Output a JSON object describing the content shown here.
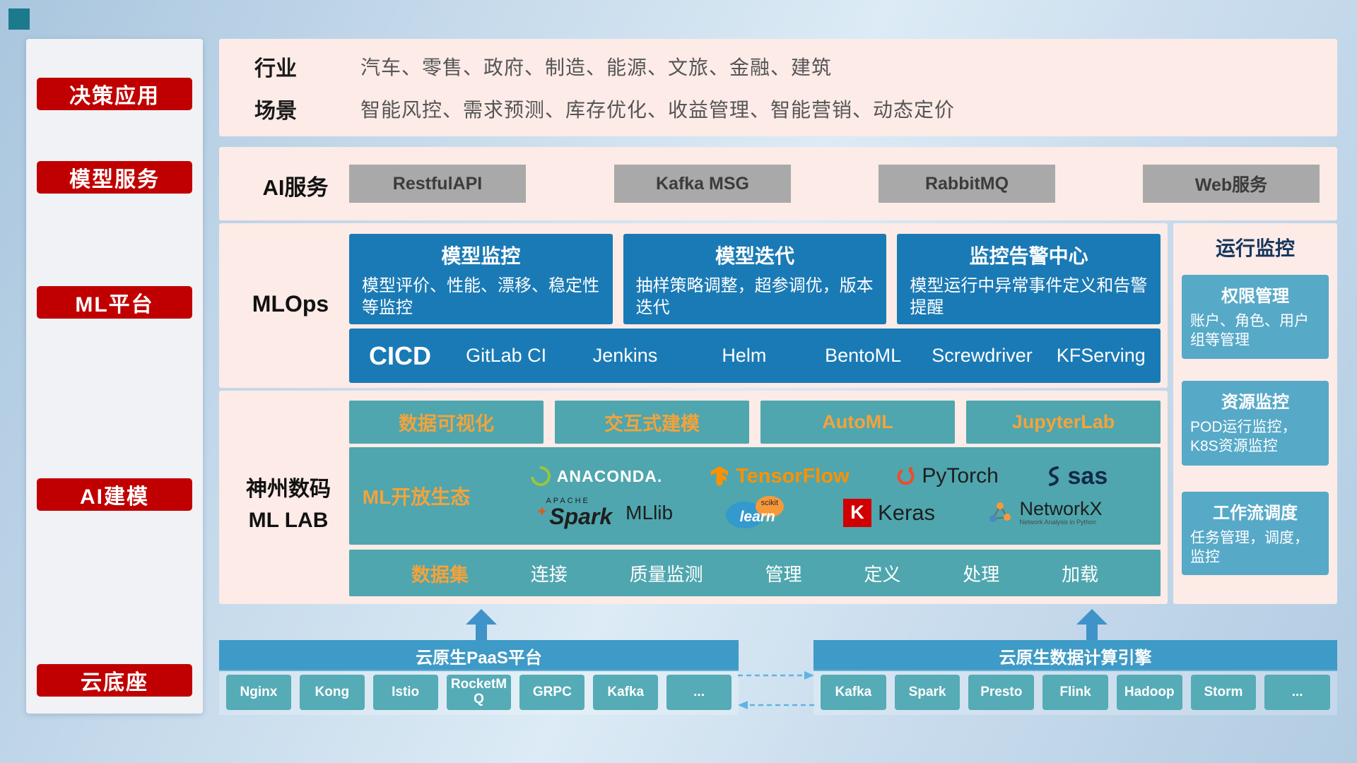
{
  "sidebar": {
    "items": [
      "决策应用",
      "模型服务",
      "ML平台",
      "AI建模",
      "云底座"
    ]
  },
  "top_panel": {
    "rows": [
      {
        "label": "行业",
        "value": "汽车、零售、政府、制造、能源、文旅、金融、建筑"
      },
      {
        "label": "场景",
        "value": "智能风控、需求预测、库存优化、收益管理、智能营销、动态定价"
      }
    ]
  },
  "ai_service": {
    "label": "AI服务",
    "buttons": [
      "RestfulAPI",
      "Kafka MSG",
      "RabbitMQ",
      "Web服务"
    ]
  },
  "mlops": {
    "label": "MLOps",
    "cards": [
      {
        "title": "模型监控",
        "desc": "模型评价、性能、漂移、稳定性等监控"
      },
      {
        "title": "模型迭代",
        "desc": "抽样策略调整，超参调优，版本迭代"
      },
      {
        "title": "监控告警中心",
        "desc": "模型运行中异常事件定义和告警提醒"
      }
    ],
    "cicd_label": "CICD",
    "cicd_items": [
      "GitLab CI",
      "Jenkins",
      "Helm",
      "BentoML",
      "Screwdriver",
      "KFServing"
    ]
  },
  "mllab": {
    "label_line1": "神州数码",
    "label_line2": "ML LAB",
    "tools": [
      "数据可视化",
      "交互式建模",
      "AutoML",
      "JupyterLab"
    ],
    "eco_label": "ML开放生态",
    "logos": {
      "anaconda": "ANACONDA.",
      "tensorflow": "TensorFlow",
      "pytorch": "PyTorch",
      "sas": "sas",
      "spark_small": "APACHE",
      "spark": "Spark",
      "mllib": "MLlib",
      "sklearn_top": "scikit",
      "sklearn": "learn",
      "keras_k": "K",
      "keras": "Keras",
      "networkx": "NetworkX",
      "networkx_sub": "Network Analysis in Python"
    },
    "dataset_label": "数据集",
    "dataset_items": [
      "连接",
      "质量监测",
      "管理",
      "定义",
      "处理",
      "加载"
    ]
  },
  "monitoring": {
    "title": "运行监控",
    "cards": [
      {
        "title": "权限管理",
        "desc": "账户、角色、用户组等管理"
      },
      {
        "title": "资源监控",
        "desc": "POD运行监控，K8S资源监控"
      },
      {
        "title": "工作流调度",
        "desc": "任务管理，调度，监控"
      }
    ]
  },
  "bottom": {
    "paas_title": "云原生PaaS平台",
    "paas_items": [
      "Nginx",
      "Kong",
      "Istio",
      "RocketMQ",
      "GRPC",
      "Kafka",
      "..."
    ],
    "engine_title": "云原生数据计算引擎",
    "engine_items": [
      "Kafka",
      "Spark",
      "Presto",
      "Flink",
      "Hadoop",
      "Storm",
      "..."
    ]
  },
  "icons": {
    "spark_star": "✦"
  },
  "colors": {
    "red": "#c00000",
    "pink": "#fcebe7",
    "blue": "#1a7ab5",
    "teal": "#4fa6ae",
    "orange": "#f2a33c",
    "bar_blue": "#3e9ac6",
    "card_blue": "#57a9c8"
  }
}
